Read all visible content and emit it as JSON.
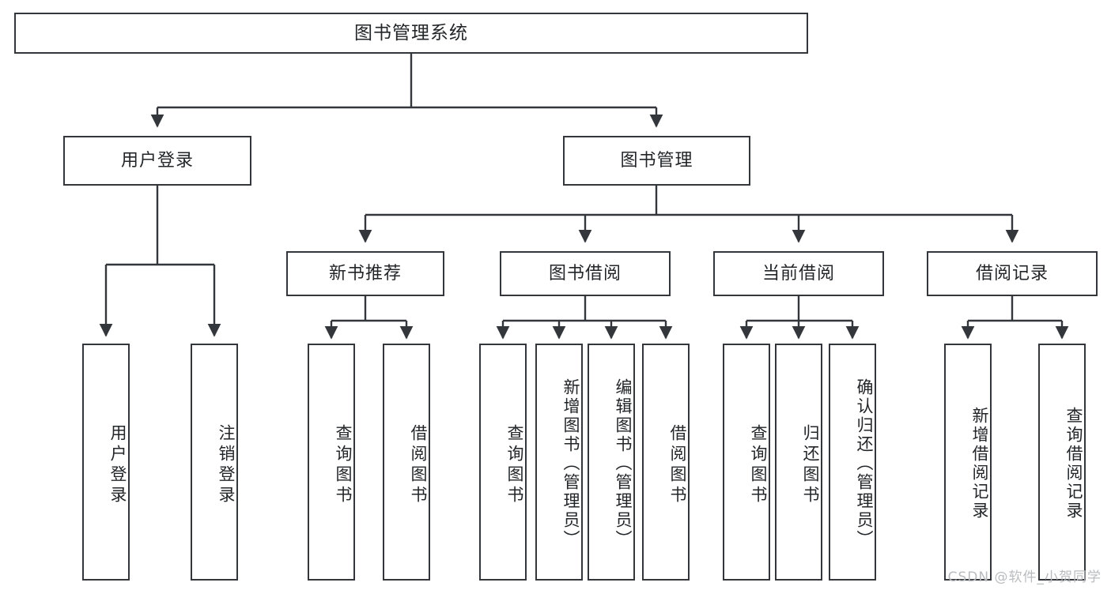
{
  "diagram": {
    "title": "图书管理系统",
    "type": "功能结构图",
    "root": {
      "label": "图书管理系统"
    },
    "level1": [
      {
        "id": "user-login",
        "label": "用户登录"
      },
      {
        "id": "book-manage",
        "label": "图书管理"
      }
    ],
    "level2": [
      {
        "id": "new-book-recommend",
        "label": "新书推荐",
        "parent": "book-manage"
      },
      {
        "id": "book-borrow",
        "label": "图书借阅",
        "parent": "book-manage"
      },
      {
        "id": "current-borrow",
        "label": "当前借阅",
        "parent": "book-manage"
      },
      {
        "id": "borrow-record",
        "label": "借阅记录",
        "parent": "book-manage"
      }
    ],
    "leaves": {
      "user_login": [
        {
          "id": "leaf-user-login",
          "label": "用户登录"
        },
        {
          "id": "leaf-logout-login",
          "label": "注销登录"
        }
      ],
      "new_book_recommend": [
        {
          "id": "leaf-query-book-1",
          "label": "查询图书"
        },
        {
          "id": "leaf-borrow-book-1",
          "label": "借阅图书"
        }
      ],
      "book_borrow": [
        {
          "id": "leaf-query-book-2",
          "label": "查询图书"
        },
        {
          "id": "leaf-add-book",
          "label": "新增图书（管理员）"
        },
        {
          "id": "leaf-edit-book",
          "label": "编辑图书（管理员）"
        },
        {
          "id": "leaf-borrow-book-2",
          "label": "借阅图书"
        }
      ],
      "current_borrow": [
        {
          "id": "leaf-query-book-3",
          "label": "查询图书"
        },
        {
          "id": "leaf-return-book",
          "label": "归还图书"
        },
        {
          "id": "leaf-confirm-return",
          "label": "确认归还（管理员）"
        }
      ],
      "borrow_record": [
        {
          "id": "leaf-add-record",
          "label": "新增借阅记录"
        },
        {
          "id": "leaf-query-record",
          "label": "查询借阅记录"
        }
      ]
    }
  },
  "watermark": {
    "text": "CSDN @软件_小贺同学"
  },
  "colors": {
    "box_border": "#33373b",
    "box_fill": "#ffffff",
    "text": "#222629",
    "connector": "#33373b",
    "watermark": "#b9bcbf",
    "background": "#ffffff"
  }
}
